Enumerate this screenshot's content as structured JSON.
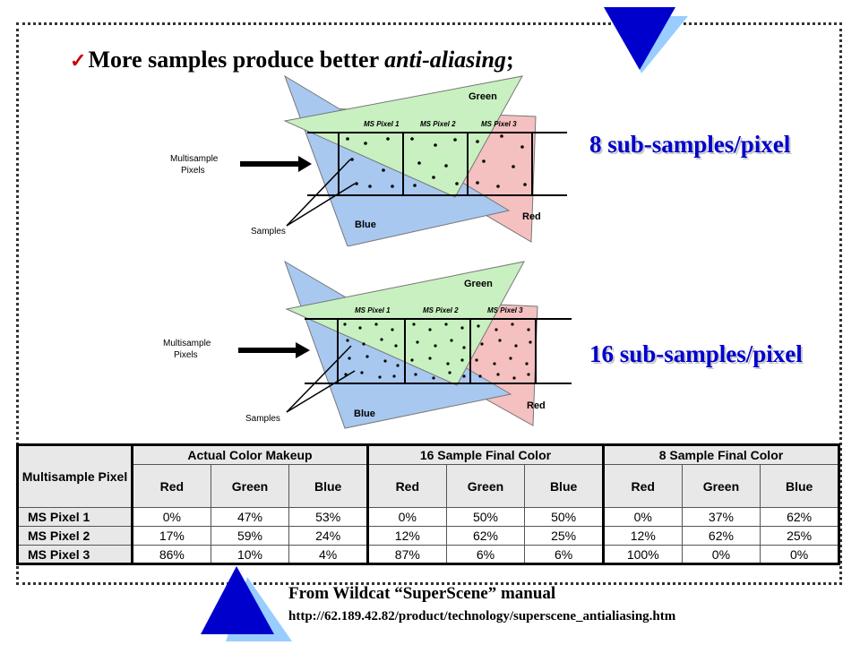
{
  "slide": {
    "bullet_prefix": "More samples produce better ",
    "bullet_emphasis": "anti-aliasing",
    "bullet_suffix": ";",
    "check_glyph": "✓",
    "label_8": "8 sub-samples/pixel",
    "label_16": "16 sub-samples/pixel",
    "credit_line1": "From Wildcat “SuperScene” manual",
    "credit_line2": "http://62.189.42.82/product/technology/superscene_antialiasing.htm"
  },
  "diagram": {
    "multisample_label_1": "Multisample",
    "multisample_label_2": "Pixels",
    "samples_label": "Samples",
    "green_label": "Green",
    "blue_label": "Blue",
    "red_label": "Red",
    "pixel_1": "MS Pixel 1",
    "pixel_2": "MS Pixel 2",
    "pixel_3": "MS Pixel 3"
  },
  "table": {
    "row_header": "Multisample Pixel",
    "groups": [
      "Actual Color Makeup",
      "16 Sample Final Color",
      "8 Sample Final Color"
    ],
    "subheaders": [
      "Red",
      "Green",
      "Blue",
      "Red",
      "Green",
      "Blue",
      "Red",
      "Green",
      "Blue"
    ],
    "rows": [
      {
        "label": "MS Pixel 1",
        "values": [
          "0%",
          "47%",
          "53%",
          "0%",
          "50%",
          "50%",
          "0%",
          "37%",
          "62%"
        ]
      },
      {
        "label": "MS Pixel 2",
        "values": [
          "17%",
          "59%",
          "24%",
          "12%",
          "62%",
          "25%",
          "12%",
          "62%",
          "25%"
        ]
      },
      {
        "label": "MS Pixel 3",
        "values": [
          "86%",
          "10%",
          "4%",
          "87%",
          "6%",
          "6%",
          "100%",
          "0%",
          "0%"
        ]
      }
    ]
  },
  "colors": {
    "deco_dark": "#0000cc",
    "deco_light": "#99ccff",
    "green_fill": "#c8f0c0",
    "blue_fill": "#a8c8f0",
    "red_fill": "#f4c0c0"
  }
}
